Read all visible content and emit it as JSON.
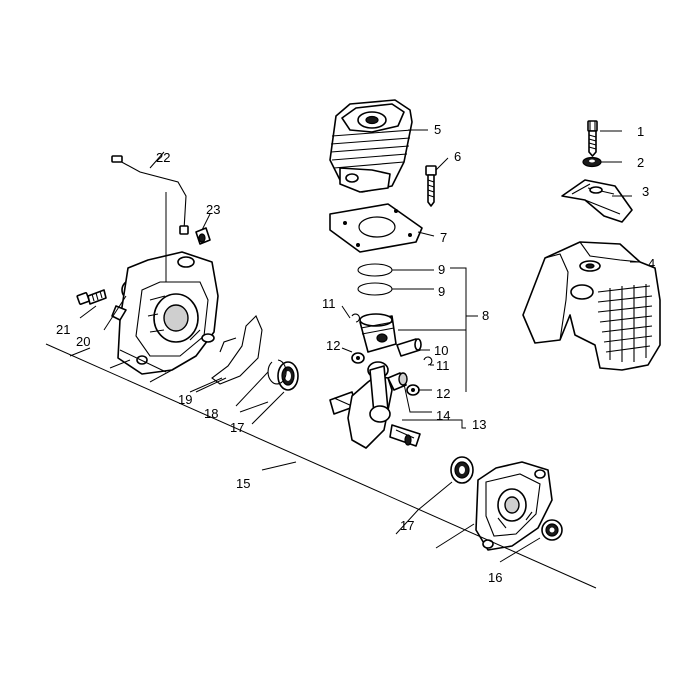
{
  "diagram": {
    "type": "exploded-parts-diagram",
    "callouts": [
      "1",
      "2",
      "3",
      "4",
      "5",
      "6",
      "7",
      "8",
      "9",
      "9",
      "10",
      "11",
      "11",
      "12",
      "12",
      "13",
      "14",
      "15",
      "16",
      "17",
      "17",
      "18",
      "19",
      "20",
      "21",
      "22",
      "23"
    ],
    "parts": [
      {
        "ref": "1",
        "icon": "screw"
      },
      {
        "ref": "2",
        "icon": "washer"
      },
      {
        "ref": "3",
        "icon": "cover-cap"
      },
      {
        "ref": "4",
        "icon": "engine-cover"
      },
      {
        "ref": "5",
        "icon": "cylinder"
      },
      {
        "ref": "6",
        "icon": "bolt"
      },
      {
        "ref": "7",
        "icon": "gasket"
      },
      {
        "ref": "8",
        "icon": "piston-assembly"
      },
      {
        "ref": "9",
        "icon": "piston-ring"
      },
      {
        "ref": "10",
        "icon": "piston-pin"
      },
      {
        "ref": "11",
        "icon": "circlip"
      },
      {
        "ref": "12",
        "icon": "thrust-washer"
      },
      {
        "ref": "13",
        "icon": "crankshaft-assembly"
      },
      {
        "ref": "14",
        "icon": "needle-bearing"
      },
      {
        "ref": "15",
        "icon": "crankcase-assembly"
      },
      {
        "ref": "16",
        "icon": "oil-seal"
      },
      {
        "ref": "17",
        "icon": "ball-bearing"
      },
      {
        "ref": "18",
        "icon": "snap-ring"
      },
      {
        "ref": "19",
        "icon": "crankcase-gasket"
      },
      {
        "ref": "20",
        "icon": "oil-seal"
      },
      {
        "ref": "21",
        "icon": "bolt"
      },
      {
        "ref": "22",
        "icon": "stop-wire"
      },
      {
        "ref": "23",
        "icon": "fitting"
      }
    ]
  }
}
